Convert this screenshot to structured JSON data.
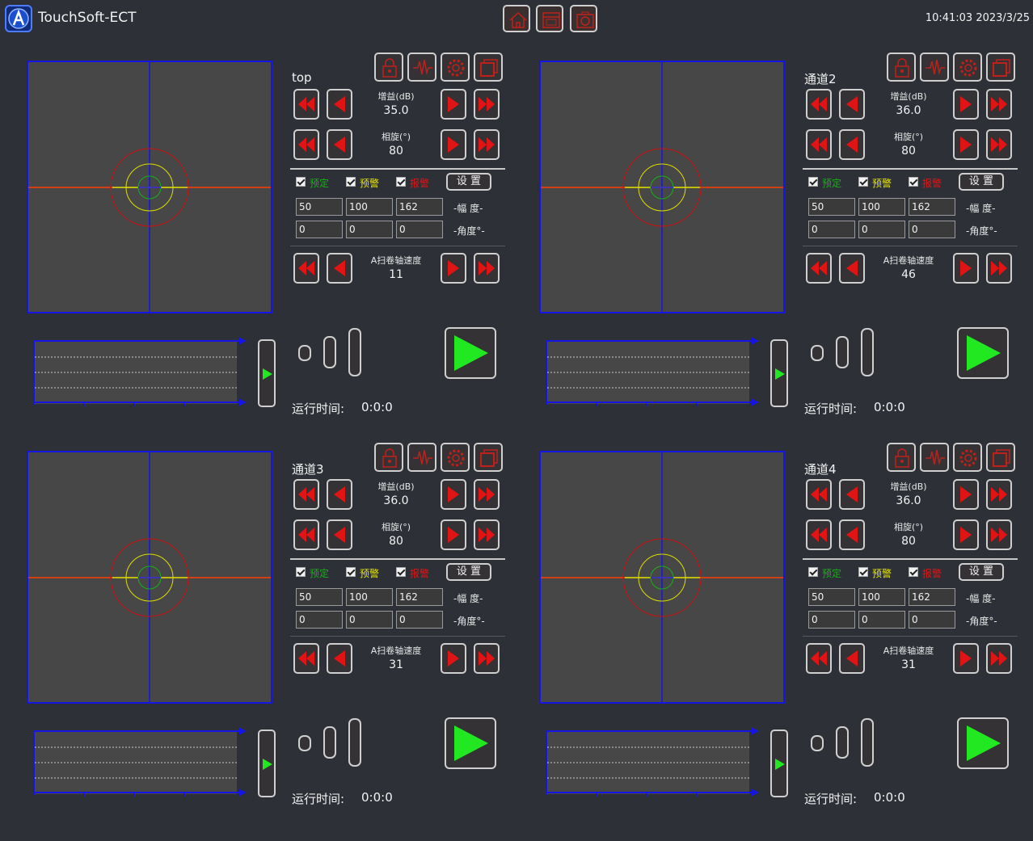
{
  "app": {
    "title": "TouchSoft-ECT",
    "datetime": "10:41:03 2023/3/25",
    "toolbar_icons": [
      "home-icon",
      "window-icon",
      "camera-icon"
    ]
  },
  "colors": {
    "scope_border": "#1515e6",
    "arrow_red": "#e01414",
    "play_green": "#22e822",
    "check_green": "#16b016",
    "check_yellow": "#e6e600",
    "check_red": "#e01414"
  },
  "labels": {
    "gain": "增益(dB)",
    "phase": "相旋(°)",
    "scan_speed": "A扫卷轴速度",
    "chk_preset": "预定",
    "chk_warn": "预警",
    "chk_alarm": "报警",
    "settings": "设 置",
    "amplitude": "-幅 度-",
    "angle": "-角度°-",
    "runtime": "运行时间:"
  },
  "channels": [
    {
      "title": "top",
      "gain": "35.0",
      "phase": "80",
      "speed": "11",
      "amp": [
        "50",
        "100",
        "162"
      ],
      "ang": [
        "0",
        "0",
        "0"
      ],
      "runtime": "0:0:0"
    },
    {
      "title": "通道2",
      "gain": "36.0",
      "phase": "80",
      "speed": "46",
      "amp": [
        "50",
        "100",
        "162"
      ],
      "ang": [
        "0",
        "0",
        "0"
      ],
      "runtime": "0:0:0"
    },
    {
      "title": "通道3",
      "gain": "36.0",
      "phase": "80",
      "speed": "31",
      "amp": [
        "50",
        "100",
        "162"
      ],
      "ang": [
        "0",
        "0",
        "0"
      ],
      "runtime": "0:0:0"
    },
    {
      "title": "通道4",
      "gain": "36.0",
      "phase": "80",
      "speed": "31",
      "amp": [
        "50",
        "100",
        "162"
      ],
      "ang": [
        "0",
        "0",
        "0"
      ],
      "runtime": "0:0:0"
    }
  ]
}
